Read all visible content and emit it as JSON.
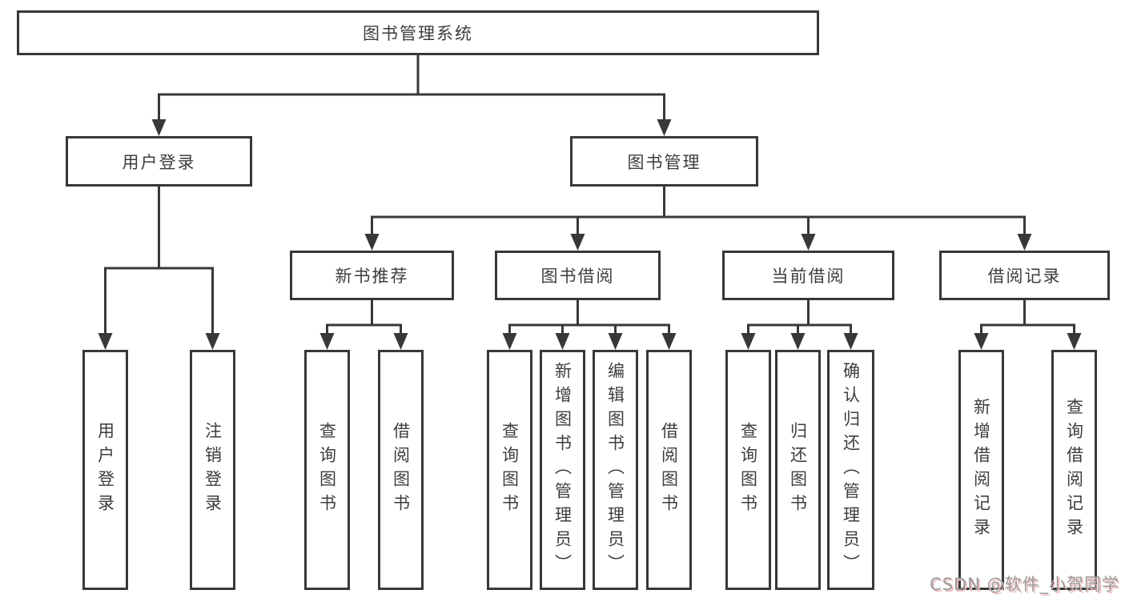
{
  "root": {
    "label": "图书管理系统",
    "children": [
      {
        "label": "用户登录",
        "children": [
          {
            "label": "用户登录"
          },
          {
            "label": "注销登录"
          }
        ]
      },
      {
        "label": "图书管理",
        "children": [
          {
            "label": "新书推荐",
            "children": [
              {
                "label": "查询图书"
              },
              {
                "label": "借阅图书"
              }
            ]
          },
          {
            "label": "图书借阅",
            "children": [
              {
                "label": "查询图书"
              },
              {
                "label": "新增图书（管理员）"
              },
              {
                "label": "编辑图书（管理员）"
              },
              {
                "label": "借阅图书"
              }
            ]
          },
          {
            "label": "当前借阅",
            "children": [
              {
                "label": "查询图书"
              },
              {
                "label": "归还图书"
              },
              {
                "label": "确认归还（管理员）"
              }
            ]
          },
          {
            "label": "借阅记录",
            "children": [
              {
                "label": "新增借阅记录"
              },
              {
                "label": "查询借阅记录"
              }
            ]
          }
        ]
      }
    ]
  },
  "watermark": "CSDN @软件_小贺同学",
  "colors": {
    "line": "#383838",
    "text": "#3d3d3d",
    "background": "#ffffff",
    "watermark": "#9a9a9a"
  }
}
